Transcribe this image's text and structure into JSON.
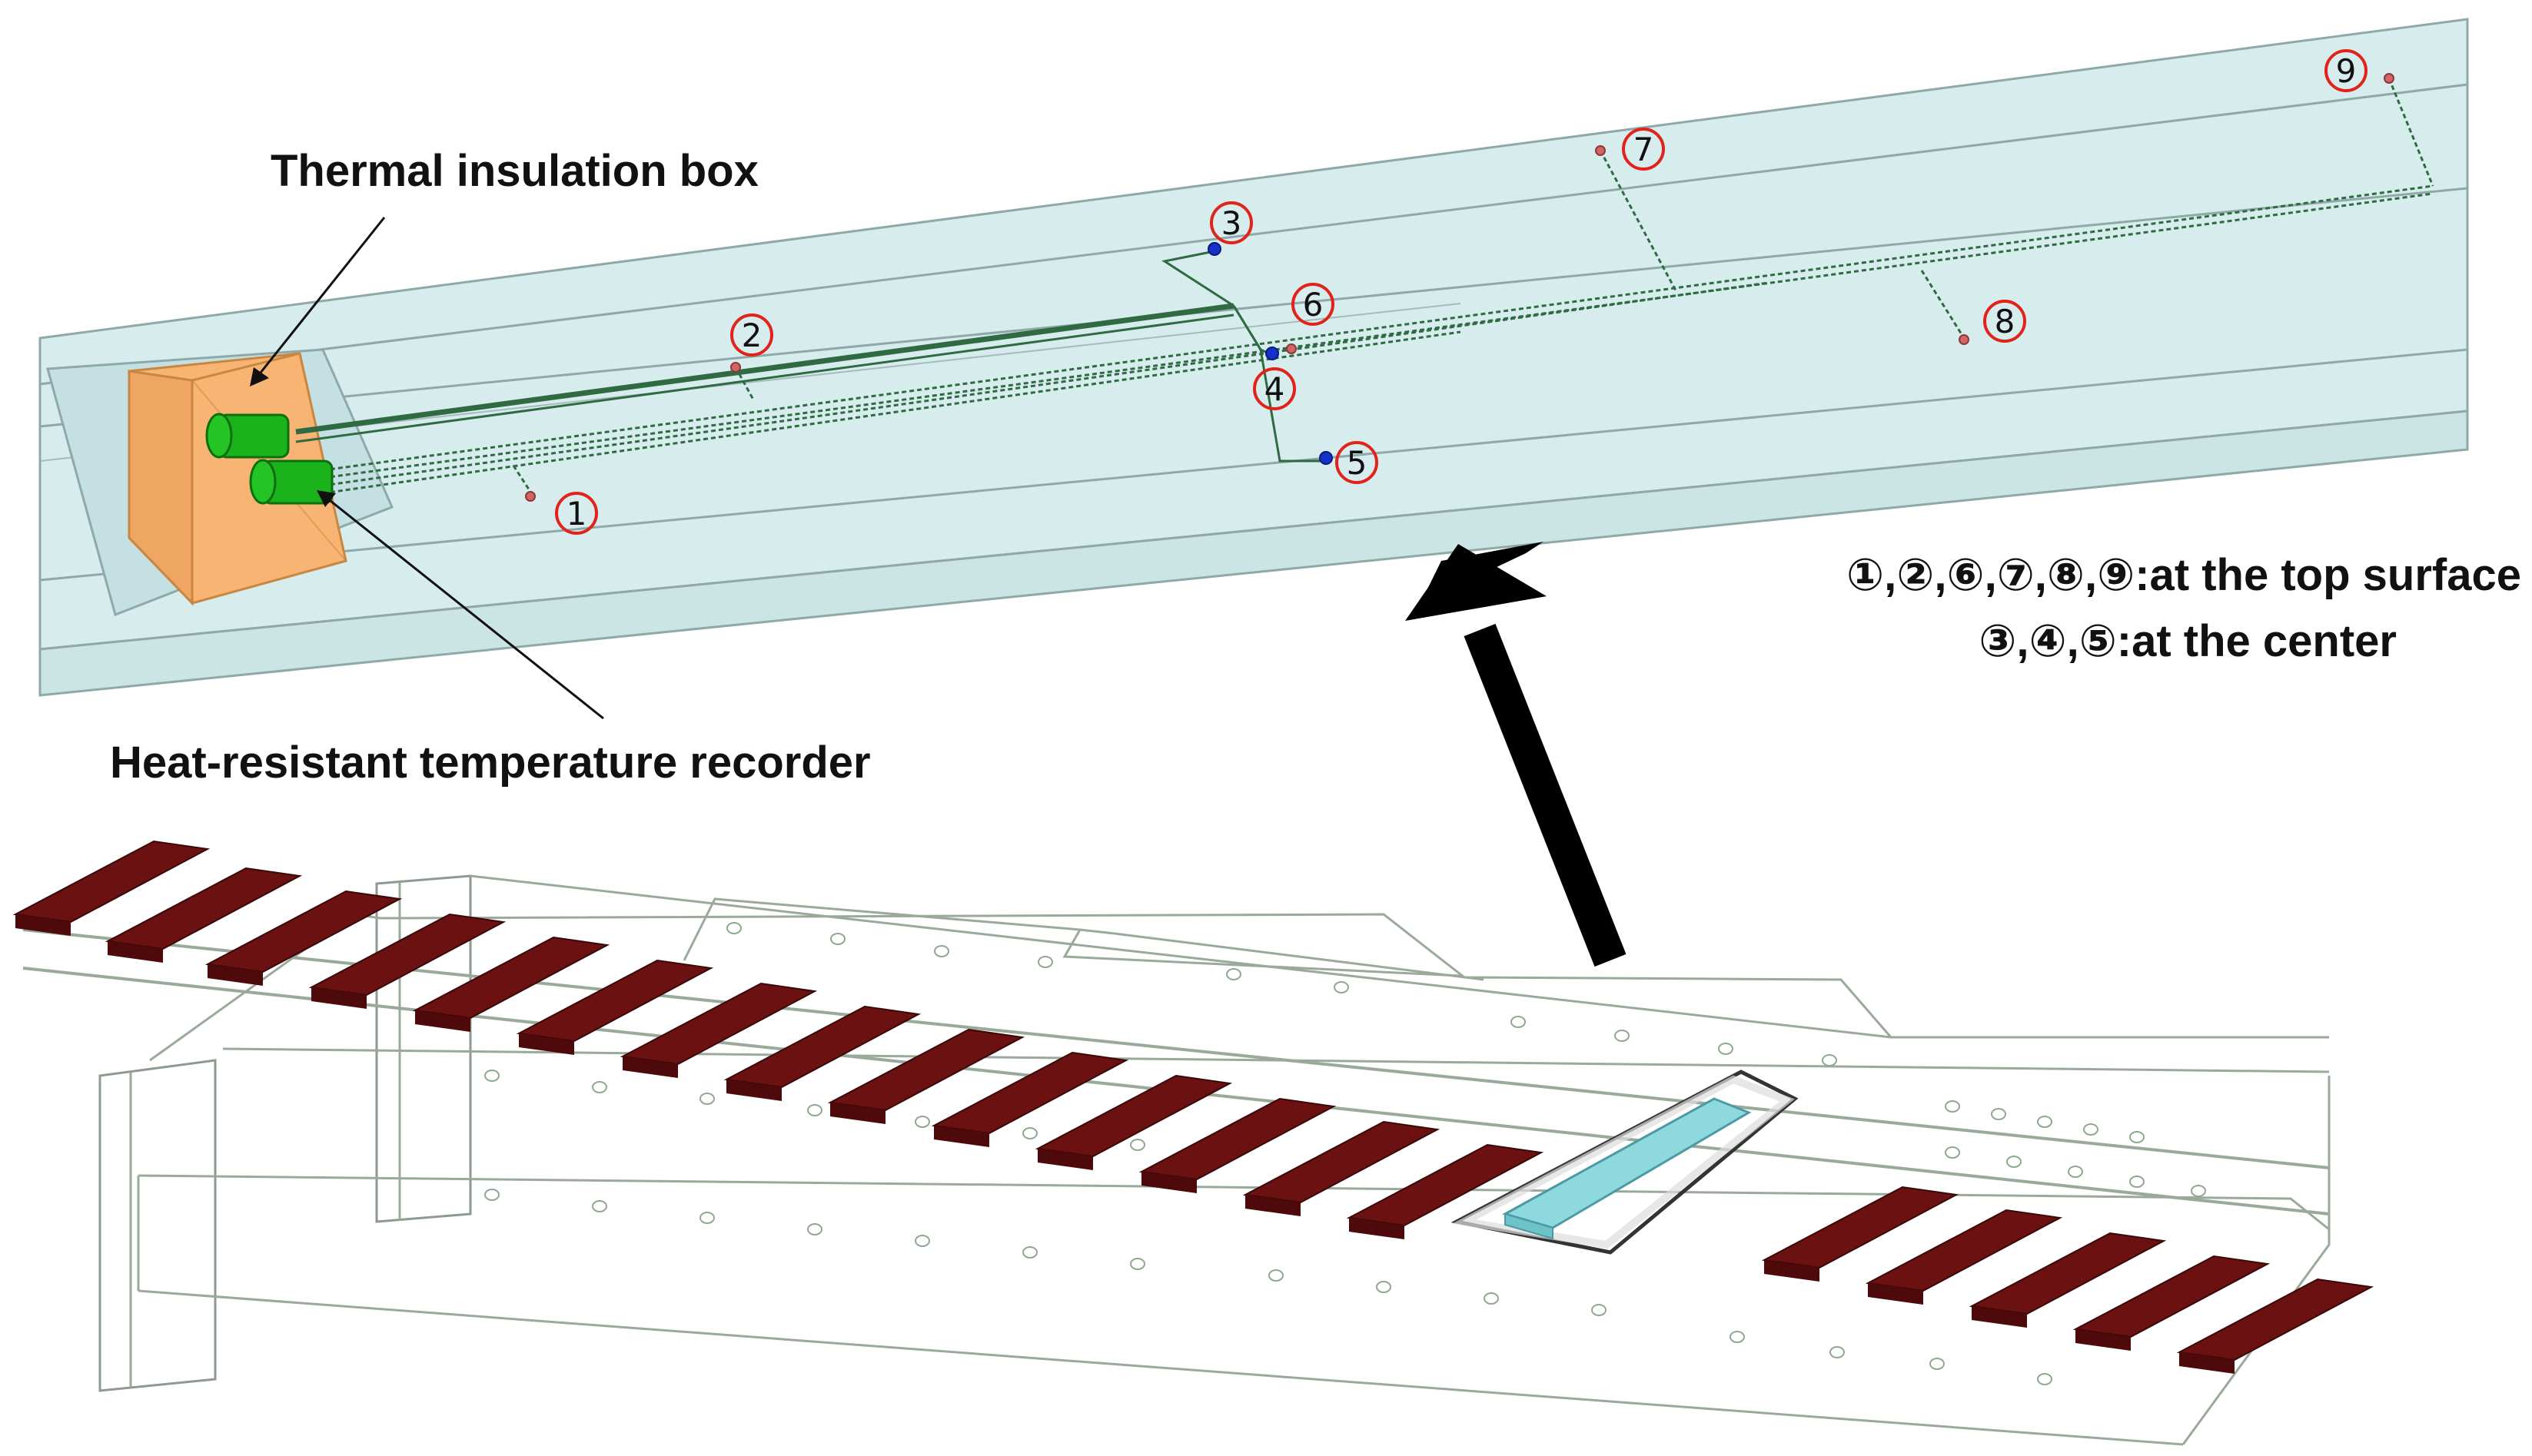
{
  "labels": {
    "box": "Thermal insulation box",
    "recorder": "Heat-resistant temperature recorder"
  },
  "legend": {
    "line1": "①,②,⑥,⑦,⑧,⑨:at the top surface",
    "line2": "③,④,⑤:at the center"
  },
  "points": [
    {
      "id": "1",
      "level": "top surface"
    },
    {
      "id": "2",
      "level": "top surface"
    },
    {
      "id": "3",
      "level": "center"
    },
    {
      "id": "4",
      "level": "center"
    },
    {
      "id": "5",
      "level": "center"
    },
    {
      "id": "6",
      "level": "top surface"
    },
    {
      "id": "7",
      "level": "top surface"
    },
    {
      "id": "8",
      "level": "top surface"
    },
    {
      "id": "9",
      "level": "top surface"
    }
  ],
  "colors": {
    "slab": "#d7ecec",
    "slab_edge": "#8fa9a9",
    "box": "#f7b473",
    "recorder": "#1bb31b",
    "wire": "#2f6a43",
    "sleeper": "#6b1111",
    "marker_ring": "#e0231b",
    "center_point": "#1631c8",
    "surface_point": "#d36464"
  }
}
